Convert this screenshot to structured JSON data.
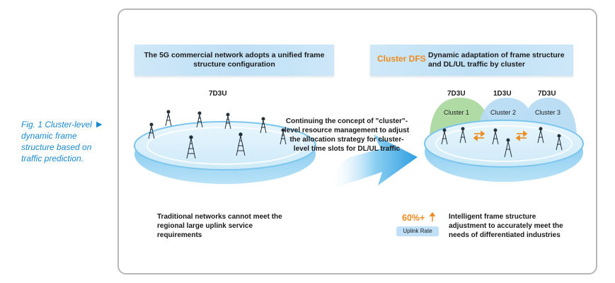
{
  "caption": {
    "text": "Fig. 1 Cluster-level dynamic frame structure based on traffic prediction."
  },
  "left_panel": {
    "banner_text": "The 5G commercial network adopts a unified frame structure configuration",
    "frame_label": "7D3U",
    "description": "Traditional networks cannot meet the regional large uplink service requirements"
  },
  "middle": {
    "text": "Continuing the concept of \"cluster\"-level resource management to adjust the allocation strategy for cluster-level time slots for DL/UL traffic"
  },
  "right_panel": {
    "brand": "Cluster DFS",
    "banner_text": "Dynamic adaptation of frame structure and DL/UL traffic by cluster",
    "clusters": [
      {
        "frame_label": "7D3U",
        "name": "Cluster 1",
        "color": "#a9d79a"
      },
      {
        "frame_label": "1D3U",
        "name": "Cluster 2",
        "color": "#b7dcf4"
      },
      {
        "frame_label": "7D3U",
        "name": "Cluster 3",
        "color": "#b7dcf4"
      }
    ],
    "uplink_percent": "60%+",
    "uplink_badge": "Uplink Rate",
    "description": "Intelligent frame structure adjustment to accurately meet the needs of differentiated industries"
  },
  "colors": {
    "accent_blue": "#1a8ad0",
    "accent_orange": "#ef8a1f",
    "platform_blue": "#7cc6ee"
  },
  "icons": [
    "caption-arrow-icon",
    "big-right-arrow-icon",
    "cell-tower-icon",
    "uplink-up-arrow-icon",
    "exchange-arrows-icon"
  ]
}
